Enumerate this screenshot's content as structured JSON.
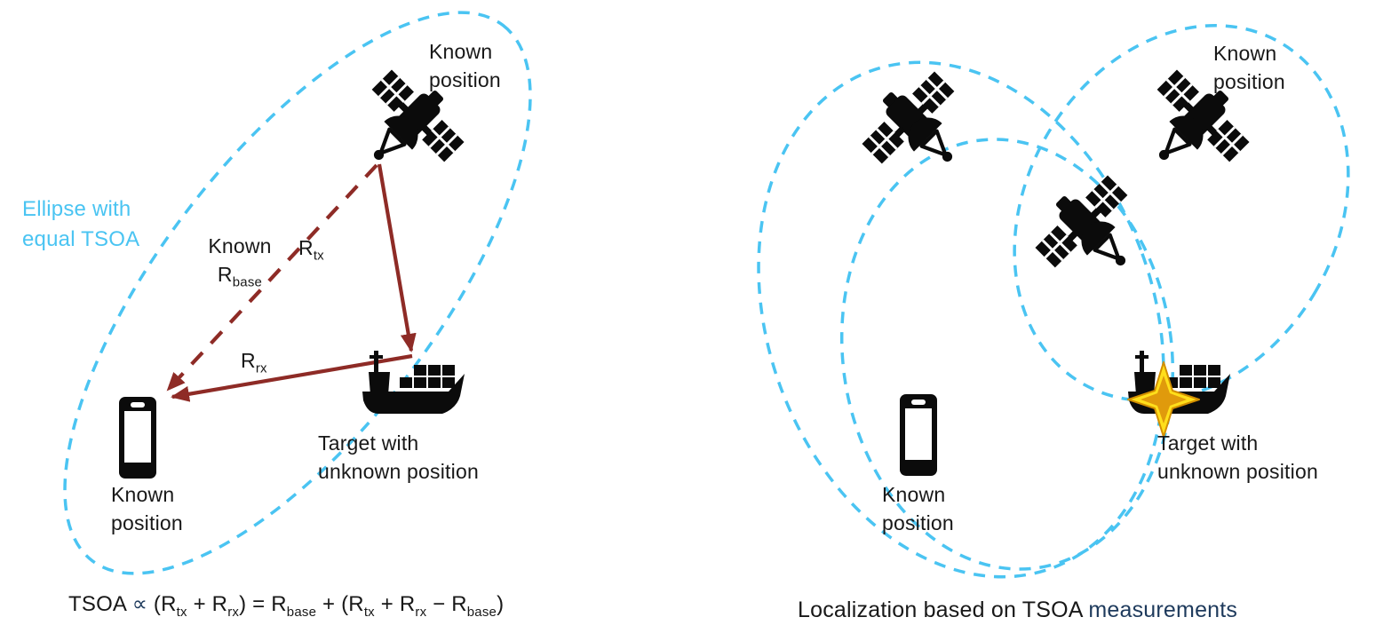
{
  "colors": {
    "ellipse_blue": "#4AC4F2",
    "arrow_maroon": "#8E2B26",
    "navy_accent": "#1E3A5C",
    "icon_black": "#0B0B0B",
    "star_yellow": "#FFDF1B",
    "star_gold": "#E09A0C",
    "background": "#FFFFFF"
  },
  "icon_names": [
    "satellite-icon",
    "smartphone-icon",
    "cargo-ship-icon",
    "target-star-icon",
    "tsoa-ellipse",
    "arrowhead"
  ],
  "left": {
    "ellipse_label": {
      "line1": "Ellipse with",
      "line2": "equal TSOA"
    },
    "sat_label": {
      "line1": "Known",
      "line2": "position"
    },
    "base_label": {
      "line1": "Known",
      "sym": "R",
      "sub": "base"
    },
    "rtx_label": {
      "sym": "R",
      "sub": "tx"
    },
    "rrx_label": {
      "sym": "R",
      "sub": "rx"
    },
    "phone_label": {
      "line1": "Known",
      "line2": "position"
    },
    "ship_label": {
      "line1": "Target with",
      "line2": "unknown position"
    },
    "formula": {
      "t1": "TSOA ",
      "propto": "∝",
      "t2": " (R",
      "s1": "tx",
      "t3": " + R",
      "s2": "rx",
      "t4": ") = R",
      "s3": "base",
      "t5": " + (R",
      "s4": "tx",
      "t6": " + R",
      "s5": "rx",
      "t7": " − R",
      "s6": "base",
      "t8": ")"
    }
  },
  "right": {
    "sat_label": {
      "line1": "Known",
      "line2": "position"
    },
    "phone_label": {
      "line1": "Known",
      "line2": "position"
    },
    "ship_label": {
      "line1": "Target with",
      "line2": "unknown position"
    },
    "caption": {
      "main": "Localization based on TSOA ",
      "highlight": "measurements"
    }
  }
}
